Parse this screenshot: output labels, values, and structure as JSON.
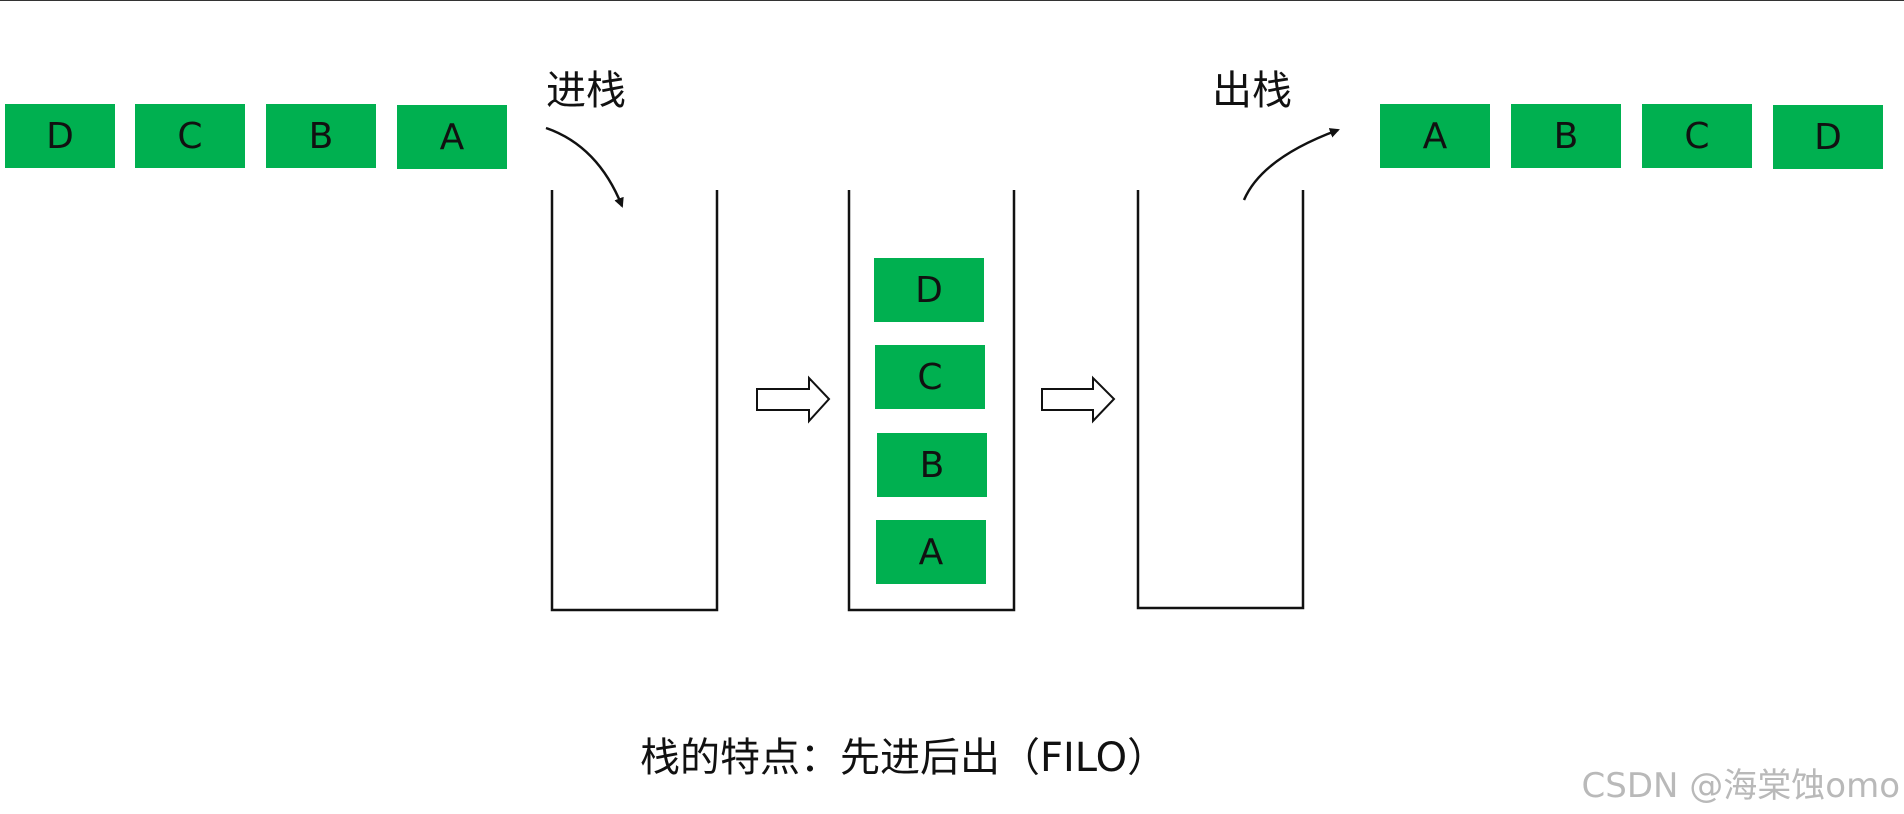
{
  "push_label": "进栈",
  "pop_label": "出栈",
  "input_sequence": [
    "D",
    "C",
    "B",
    "A"
  ],
  "stack_contents_top_to_bottom": [
    "D",
    "C",
    "B",
    "A"
  ],
  "output_sequence": [
    "A",
    "B",
    "C",
    "D"
  ],
  "caption": "栈的特点：先进后出（FILO）",
  "watermark": "CSDN @海棠蚀omo",
  "colors": {
    "box": "#00b050",
    "line": "#111111",
    "watermark": "#b9b9b9"
  }
}
